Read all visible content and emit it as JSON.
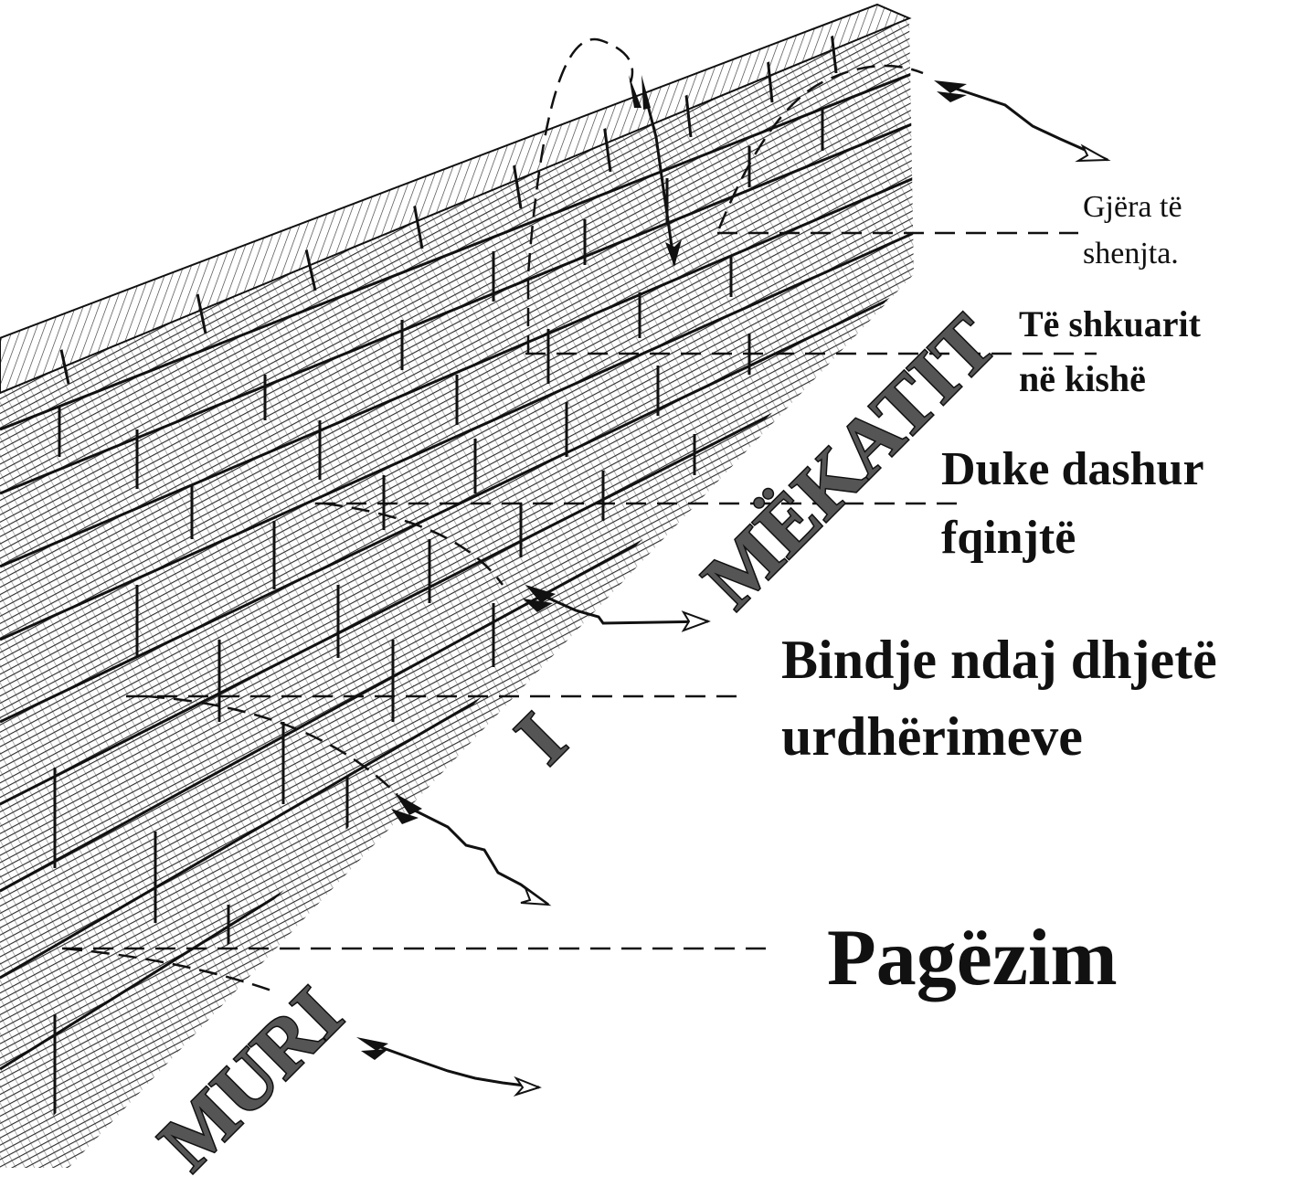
{
  "diagram": {
    "wall_label_parts": [
      "MURI",
      "I",
      "MËKATIT"
    ],
    "levels": [
      {
        "id": "baptism",
        "lines": [
          "Pagëzim"
        ]
      },
      {
        "id": "commandments",
        "lines": [
          "Bindje ndaj dhjetë",
          "urdhërimeve"
        ]
      },
      {
        "id": "neighbors",
        "lines": [
          "Duke dashur",
          "fqinjtë"
        ]
      },
      {
        "id": "church",
        "lines": [
          "Të shkuarit",
          "në kishë"
        ]
      },
      {
        "id": "holy",
        "lines": [
          "Gjëra të",
          "shenjta."
        ]
      }
    ],
    "colors": {
      "ink": "#111111",
      "wall_letter_fill": "#555555",
      "wall_letter_outline": "#111111",
      "stone_shade": "#2a2a2a",
      "background": "#ffffff"
    },
    "icons": [
      "arrow-icon"
    ]
  }
}
